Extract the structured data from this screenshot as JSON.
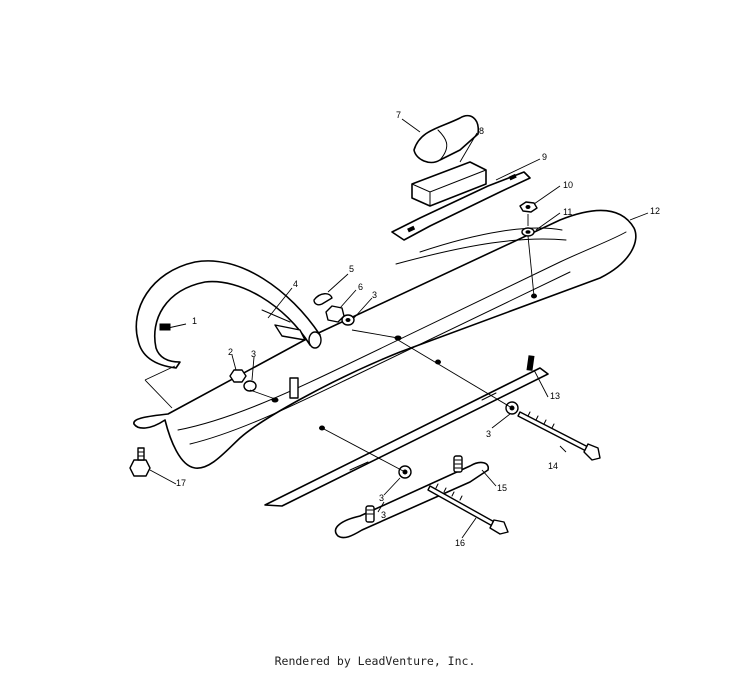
{
  "diagram": {
    "callouts": {
      "c1": "1",
      "c2": "2",
      "c3a": "3",
      "c3b": "3",
      "c3c": "3",
      "c3d": "3",
      "c3e": "3",
      "c4": "4",
      "c5": "5",
      "c6": "6",
      "c7": "7",
      "c8": "8",
      "c9": "9",
      "c10": "10",
      "c11": "11",
      "c12": "12",
      "c13": "13",
      "c14": "14",
      "c15": "15",
      "c16": "16",
      "c17": "17"
    }
  },
  "footer": {
    "credit": "Rendered by LeadVenture, Inc."
  }
}
